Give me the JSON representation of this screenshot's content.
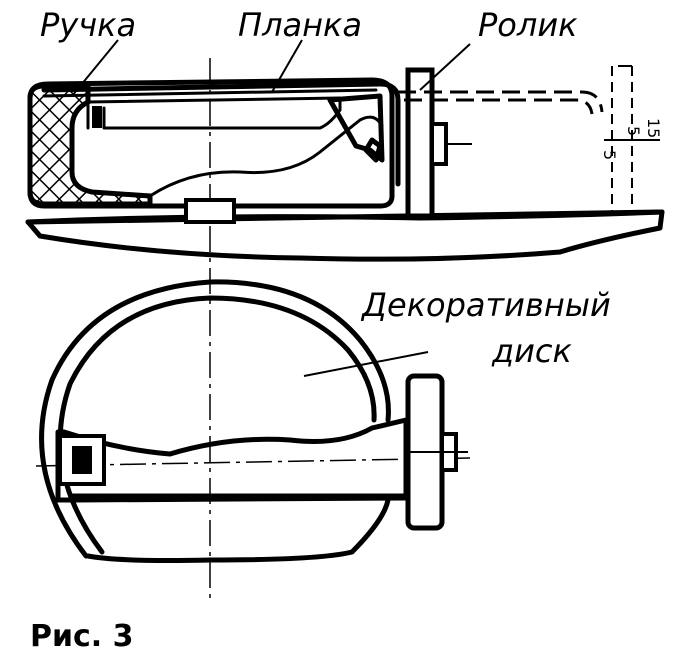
{
  "labels": {
    "handle": "Ручка",
    "bar": "Планка",
    "roller": "Ролик",
    "disc_line1": "Декоративный",
    "disc_line2": "диск",
    "dim_a": "5",
    "dim_b": "15"
  },
  "caption": "Рис. 3"
}
